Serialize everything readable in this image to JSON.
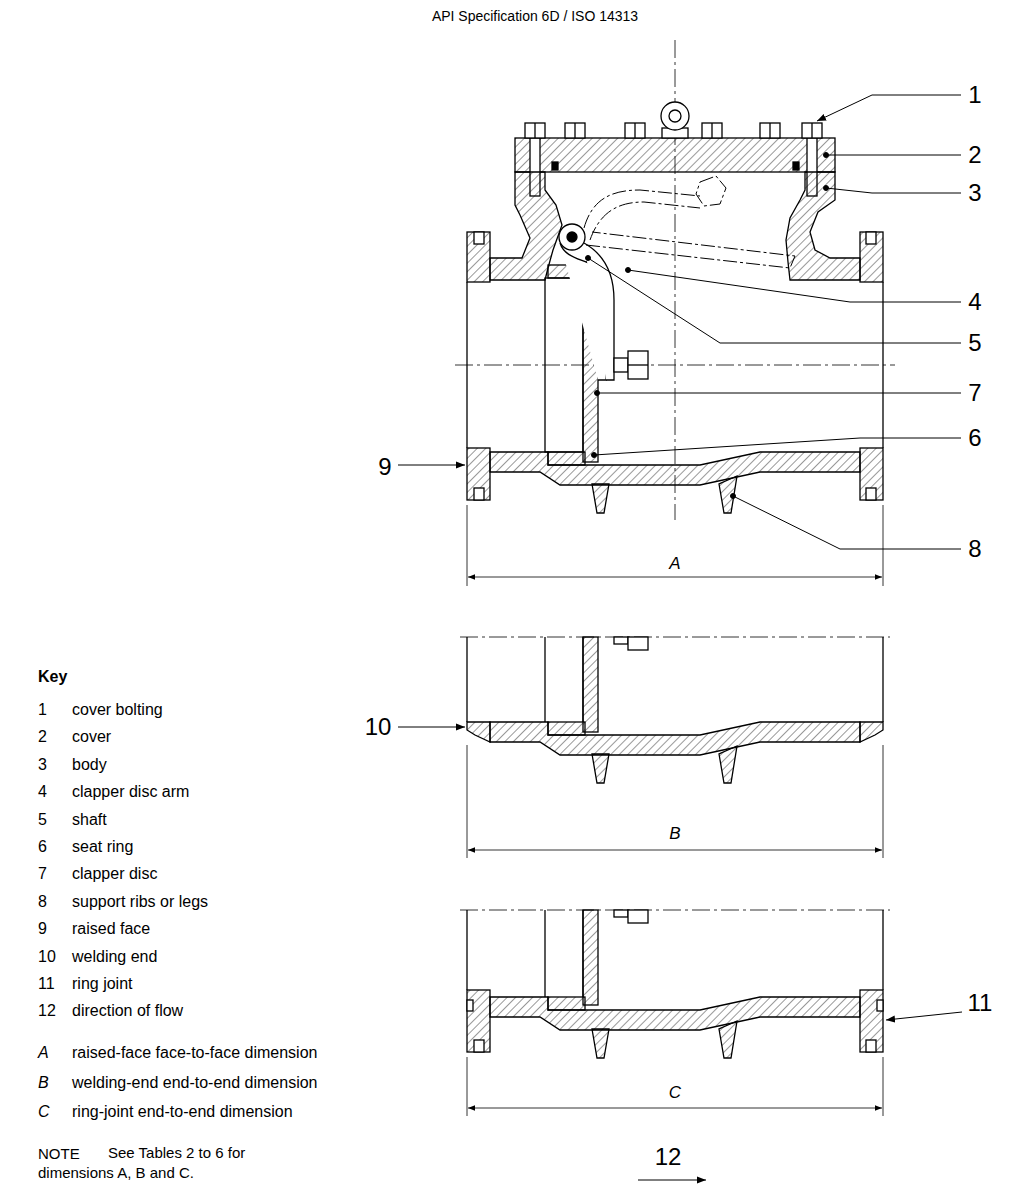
{
  "diagram": {
    "title": "API Specification 6D / ISO 14313",
    "labels": [
      "1",
      "2",
      "3",
      "4",
      "5",
      "7",
      "6",
      "9",
      "8",
      "A",
      "10",
      "B",
      "11",
      "C",
      "12",
      "Key",
      "1",
      "cover bolting",
      "2",
      "cover",
      "3",
      "body",
      "4",
      "clapper disc arm",
      "5",
      "shaft",
      "6",
      "seat ring",
      "7",
      "clapper disc",
      "8",
      "support ribs or legs",
      "9",
      "raised face",
      "10",
      "welding end",
      "11",
      "ring joint",
      "12",
      "direction of flow",
      "A",
      "raised-face face-to-face dimension",
      "B",
      "welding-end end-to-end dimension",
      "C",
      "ring-joint end-to-end dimension",
      "NOTE",
      "See Tables 2 to 6 for dimensions A, B and C."
    ]
  }
}
